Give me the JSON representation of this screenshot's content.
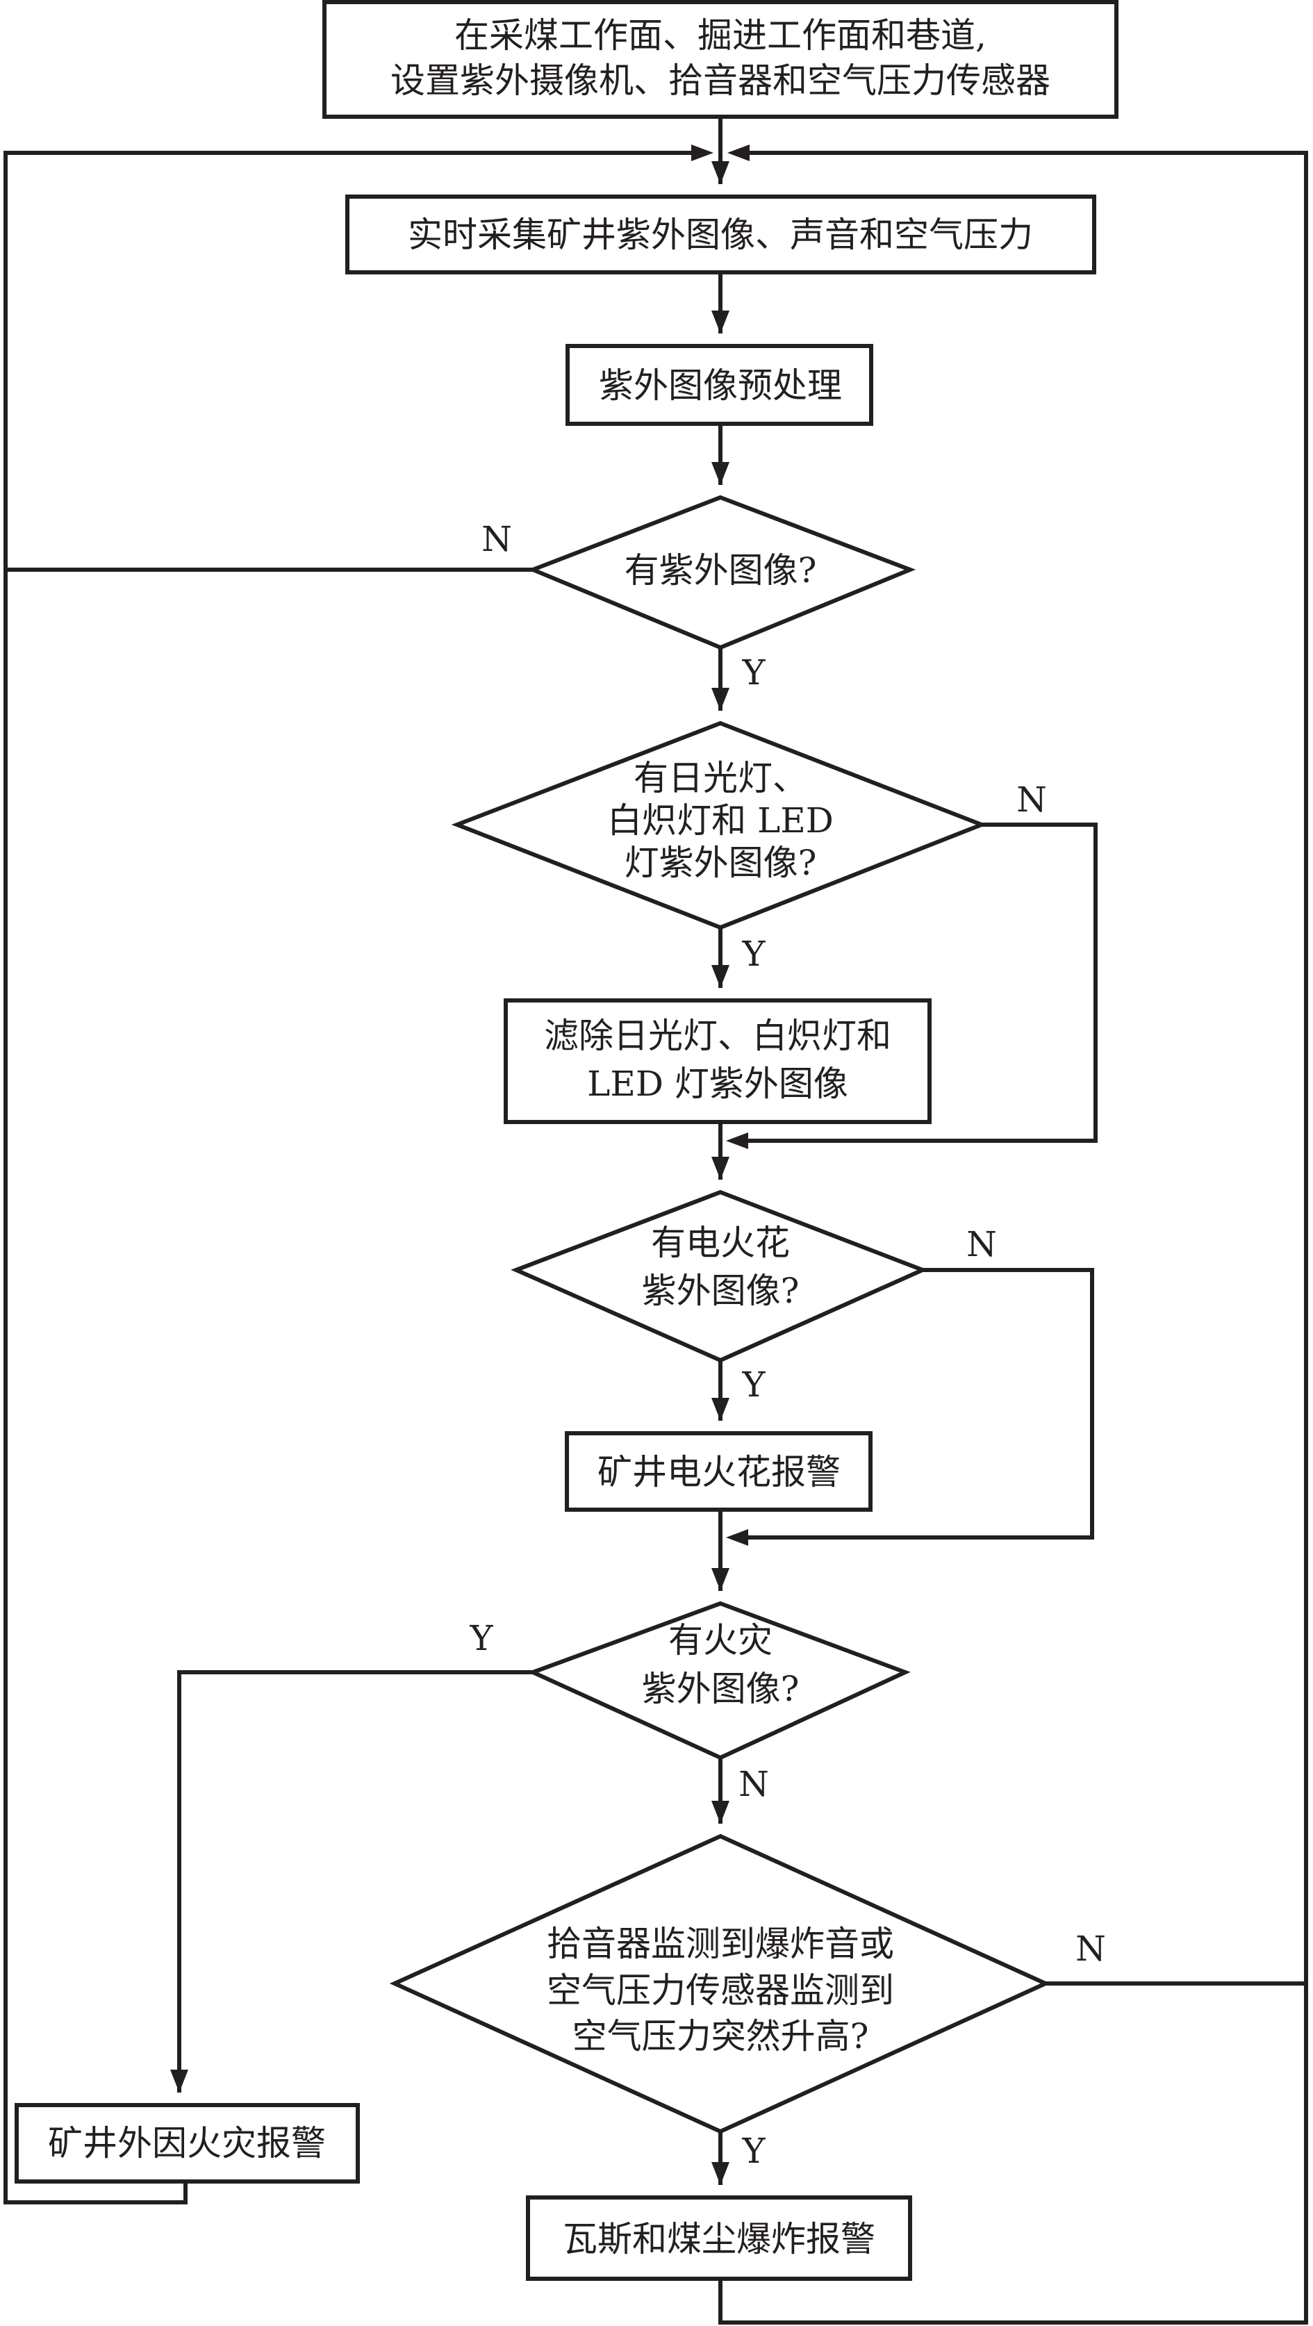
{
  "nodes": {
    "setup": [
      "在采煤工作面、掘进工作面和巷道,",
      "设置紫外摄像机、拾音器和空气压力传感器"
    ],
    "collect": [
      "实时采集矿井紫外图像、声音和空气压力"
    ],
    "preprocess": [
      "紫外图像预处理"
    ],
    "has_uv": [
      "有紫外图像?"
    ],
    "has_lamp": [
      "有日光灯、",
      "白炽灯和 LED",
      "灯紫外图像?"
    ],
    "filter": [
      "滤除日光灯、白炽灯和",
      "LED 灯紫外图像"
    ],
    "has_spark": [
      "有电火花",
      "紫外图像?"
    ],
    "spark_alarm": [
      "矿井电火花报警"
    ],
    "has_fire": [
      "有火灾",
      "紫外图像?"
    ],
    "explosion_check": [
      "拾音器监测到爆炸音或",
      "空气压力传感器监测到",
      "空气压力突然升高?"
    ],
    "ext_fire_alarm": [
      "矿井外因火灾报警"
    ],
    "gas_alarm": [
      "瓦斯和煤尘爆炸报警"
    ]
  },
  "edge_labels": {
    "has_uv_no": "N",
    "has_uv_yes": "Y",
    "has_lamp_no": "N",
    "has_lamp_yes": "Y",
    "has_spark_no": "N",
    "has_spark_yes": "Y",
    "has_fire_yes": "Y",
    "has_fire_no": "N",
    "explosion_no": "N",
    "explosion_yes": "Y"
  }
}
